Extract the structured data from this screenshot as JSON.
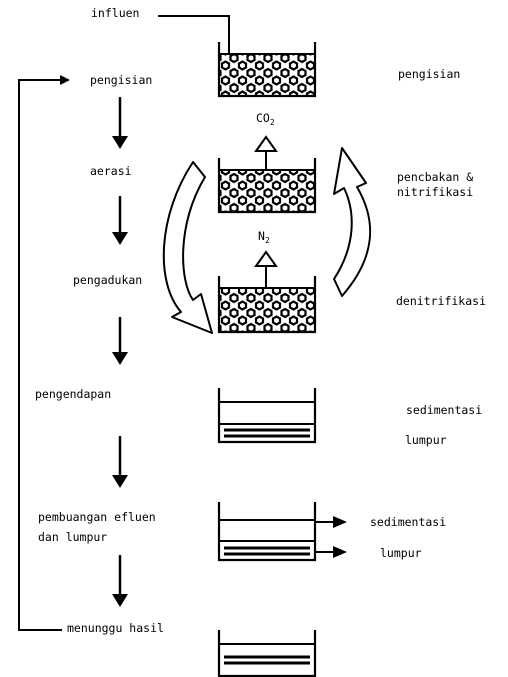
{
  "steps": [
    "pengisian",
    "aerasi",
    "pengadukan",
    "pengendapan",
    "pembuangan efluen",
    "dan lumpur",
    "menunggu hasil"
  ],
  "inflow_label": "influen",
  "gases": {
    "co2": "CO",
    "co2_sub": "2",
    "n2": "N",
    "n2_sub": "2"
  },
  "processes": {
    "filling": "pengisian",
    "nitrification_line1": "pencbakan &",
    "nitrification_line2": "nitrifikasi",
    "denitrification": "denitrifikasi",
    "settling_sed": "sedimentasi",
    "settling_sludge": "lumpur",
    "discharge_sed": "sedimentasi",
    "discharge_sludge": "lumpur"
  }
}
